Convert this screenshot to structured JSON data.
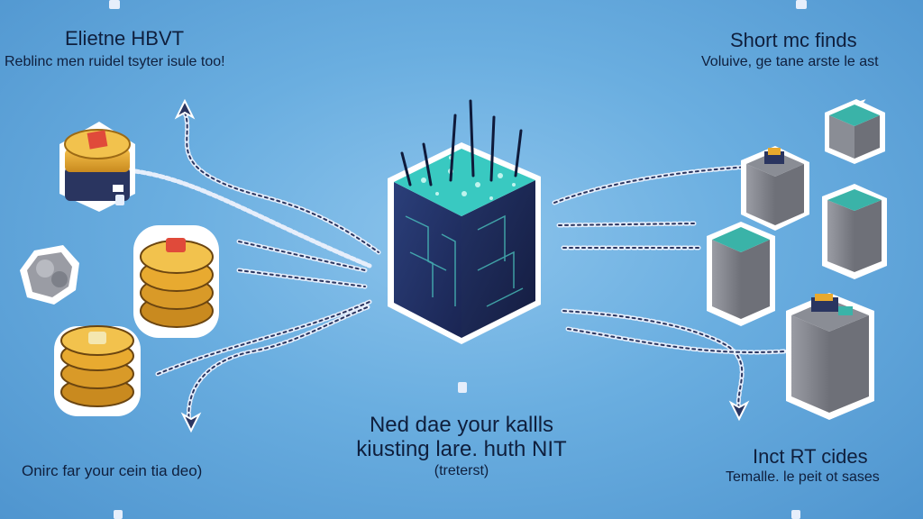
{
  "top_left": {
    "title": "Elietne HBVT",
    "subtitle": "Reblinc men ruidel tsyter isule too!"
  },
  "top_right": {
    "title": "Short mc finds",
    "subtitle": "Voluive, ge tane arste le ast"
  },
  "bottom_center": {
    "line1": "Ned dae your kallls",
    "line2": "kiusting lare. huth NIT",
    "line3": "(treterst)"
  },
  "bottom_left": {
    "text": "Onirc far your cein tia deo)"
  },
  "bottom_right": {
    "title": "Inct RT cides",
    "subtitle": "Temalle. le peit ot sases"
  },
  "colors": {
    "background": "#6aaee0",
    "cube_dark": "#1c2b5c",
    "cube_accent": "#38c8c0",
    "coin_gold": "#e8a92e",
    "tower_gray": "#8a8d95",
    "arrow": "#2a3560"
  },
  "icons": [
    "central-cube-icon",
    "coin-stack-icon",
    "rock-icon",
    "server-tower-icon",
    "arrow-icon"
  ]
}
